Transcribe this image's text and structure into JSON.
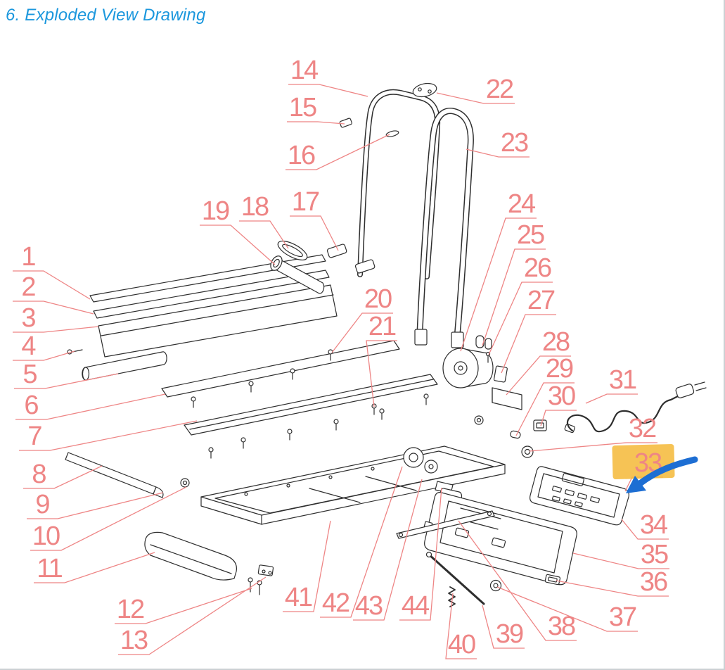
{
  "page": {
    "title": "6. Exploded View Drawing"
  },
  "colors": {
    "title": "#1b97dd",
    "callout": "#ee8585",
    "drawing": "#2e2e2e",
    "highlight": "#f5bb3d",
    "arrow": "#1d6ed3"
  },
  "diagram": {
    "callouts": [
      "1",
      "2",
      "3",
      "4",
      "5",
      "6",
      "7",
      "8",
      "9",
      "10",
      "11",
      "12",
      "13",
      "14",
      "15",
      "16",
      "17",
      "18",
      "19",
      "20",
      "21",
      "22",
      "23",
      "24",
      "25",
      "26",
      "27",
      "28",
      "29",
      "30",
      "31",
      "32",
      "33",
      "34",
      "35",
      "36",
      "37",
      "38",
      "39",
      "40",
      "41",
      "42",
      "43",
      "44"
    ],
    "annotation": {
      "highlighted_part": "33"
    }
  }
}
